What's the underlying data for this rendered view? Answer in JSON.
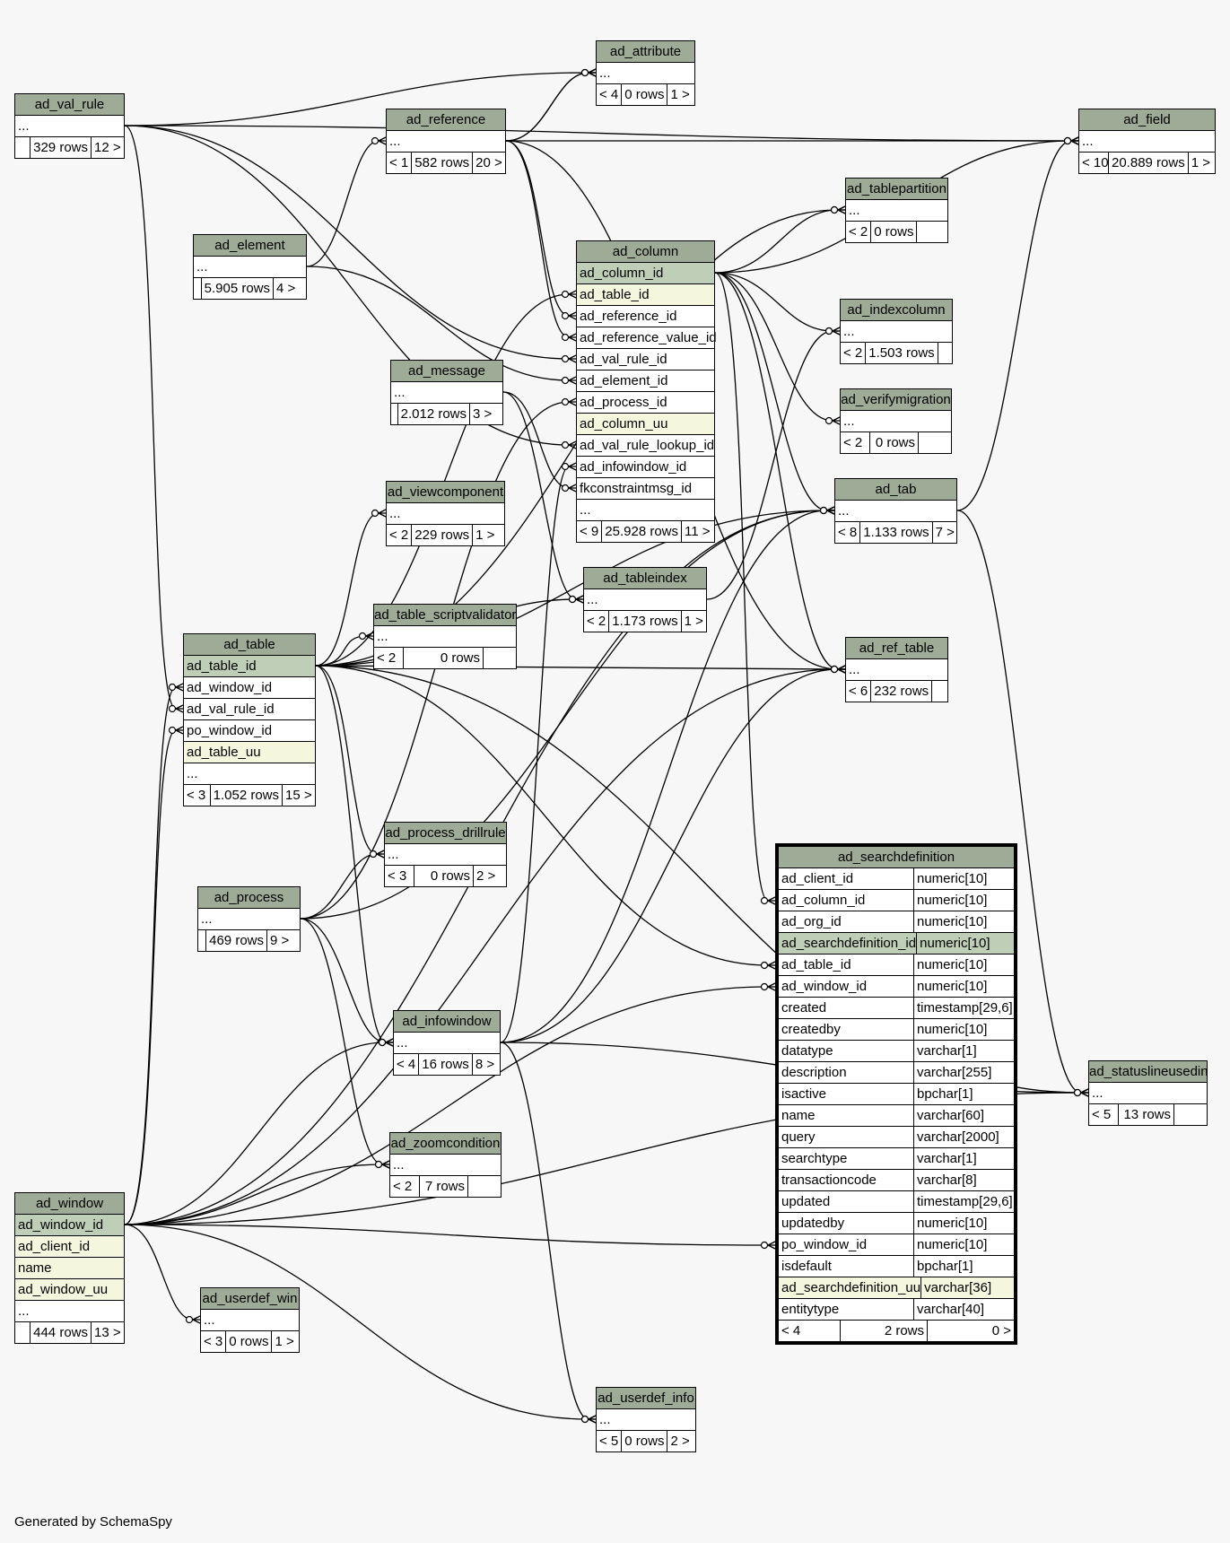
{
  "footer": "Generated by SchemaSpy",
  "tables": {
    "ad_val_rule": {
      "name": "ad_val_rule",
      "rows": [
        {
          "text": "..."
        }
      ],
      "stats": [
        "",
        "329 rows",
        "12 >"
      ]
    },
    "ad_attribute": {
      "name": "ad_attribute",
      "rows": [
        {
          "text": "..."
        }
      ],
      "stats": [
        "< 4",
        "0 rows",
        "1 >"
      ]
    },
    "ad_reference": {
      "name": "ad_reference",
      "rows": [
        {
          "text": "..."
        }
      ],
      "stats": [
        "< 1",
        "582 rows",
        "20 >"
      ]
    },
    "ad_field": {
      "name": "ad_field",
      "rows": [
        {
          "text": "..."
        }
      ],
      "stats": [
        "< 10",
        "20.889 rows",
        "1 >"
      ]
    },
    "ad_tablepartition": {
      "name": "ad_tablepartition",
      "rows": [
        {
          "text": "..."
        }
      ],
      "stats": [
        "< 2",
        "0 rows",
        ""
      ]
    },
    "ad_element": {
      "name": "ad_element",
      "rows": [
        {
          "text": "..."
        }
      ],
      "stats": [
        "",
        "5.905 rows",
        "4 >"
      ]
    },
    "ad_column": {
      "name": "ad_column",
      "rows": [
        {
          "text": "ad_column_id",
          "kind": "pk"
        },
        {
          "text": "ad_table_id",
          "kind": "idx"
        },
        {
          "text": "ad_reference_id"
        },
        {
          "text": "ad_reference_value_id"
        },
        {
          "text": "ad_val_rule_id"
        },
        {
          "text": "ad_element_id"
        },
        {
          "text": "ad_process_id"
        },
        {
          "text": "ad_column_uu",
          "kind": "idx"
        },
        {
          "text": "ad_val_rule_lookup_id"
        },
        {
          "text": "ad_infowindow_id"
        },
        {
          "text": "fkconstraintmsg_id"
        },
        {
          "text": "..."
        }
      ],
      "stats": [
        "< 9",
        "25.928 rows",
        "11 >"
      ]
    },
    "ad_indexcolumn": {
      "name": "ad_indexcolumn",
      "rows": [
        {
          "text": "..."
        }
      ],
      "stats": [
        "< 2",
        "1.503 rows",
        ""
      ]
    },
    "ad_message": {
      "name": "ad_message",
      "rows": [
        {
          "text": "..."
        }
      ],
      "stats": [
        "",
        "2.012 rows",
        "3 >"
      ]
    },
    "ad_verifymigration": {
      "name": "ad_verifymigration",
      "rows": [
        {
          "text": "..."
        }
      ],
      "stats": [
        "< 2",
        "0 rows",
        ""
      ]
    },
    "ad_tab": {
      "name": "ad_tab",
      "rows": [
        {
          "text": "..."
        }
      ],
      "stats": [
        "< 8",
        "1.133 rows",
        "7 >"
      ]
    },
    "ad_viewcomponent": {
      "name": "ad_viewcomponent",
      "rows": [
        {
          "text": "..."
        }
      ],
      "stats": [
        "< 2",
        "229 rows",
        "1 >"
      ]
    },
    "ad_tableindex": {
      "name": "ad_tableindex",
      "rows": [
        {
          "text": "..."
        }
      ],
      "stats": [
        "< 2",
        "1.173 rows",
        "1 >"
      ]
    },
    "ad_table_scriptvalidator": {
      "name": "ad_table_scriptvalidator",
      "rows": [
        {
          "text": "..."
        }
      ],
      "stats": [
        "< 2",
        "0 rows",
        ""
      ]
    },
    "ad_ref_table": {
      "name": "ad_ref_table",
      "rows": [
        {
          "text": "..."
        }
      ],
      "stats": [
        "< 6",
        "232 rows",
        ""
      ]
    },
    "ad_table": {
      "name": "ad_table",
      "rows": [
        {
          "text": "ad_table_id",
          "kind": "pk"
        },
        {
          "text": "ad_window_id"
        },
        {
          "text": "ad_val_rule_id"
        },
        {
          "text": "po_window_id"
        },
        {
          "text": "ad_table_uu",
          "kind": "idx"
        },
        {
          "text": "..."
        }
      ],
      "stats": [
        "< 3",
        "1.052 rows",
        "15 >"
      ]
    },
    "ad_process_drillrule": {
      "name": "ad_process_drillrule",
      "rows": [
        {
          "text": "..."
        }
      ],
      "stats": [
        "< 3",
        "0 rows",
        "2 >"
      ]
    },
    "ad_process": {
      "name": "ad_process",
      "rows": [
        {
          "text": "..."
        }
      ],
      "stats": [
        "",
        "469 rows",
        "9 >"
      ]
    },
    "ad_infowindow": {
      "name": "ad_infowindow",
      "rows": [
        {
          "text": "..."
        }
      ],
      "stats": [
        "< 4",
        "16 rows",
        "8 >"
      ]
    },
    "ad_zoomcondition": {
      "name": "ad_zoomcondition",
      "rows": [
        {
          "text": "..."
        }
      ],
      "stats": [
        "< 2",
        "7 rows",
        ""
      ]
    },
    "ad_statuslineusedin": {
      "name": "ad_statuslineusedin",
      "rows": [
        {
          "text": "..."
        }
      ],
      "stats": [
        "< 5",
        "13 rows",
        ""
      ]
    },
    "ad_window": {
      "name": "ad_window",
      "rows": [
        {
          "text": "ad_window_id",
          "kind": "pk"
        },
        {
          "text": "ad_client_id",
          "kind": "idx"
        },
        {
          "text": "name",
          "kind": "idx"
        },
        {
          "text": "ad_window_uu",
          "kind": "idx"
        },
        {
          "text": "..."
        }
      ],
      "stats": [
        "",
        "444 rows",
        "13 >"
      ]
    },
    "ad_userdef_win": {
      "name": "ad_userdef_win",
      "rows": [
        {
          "text": "..."
        }
      ],
      "stats": [
        "< 3",
        "0 rows",
        "1 >"
      ]
    },
    "ad_userdef_info": {
      "name": "ad_userdef_info",
      "rows": [
        {
          "text": "..."
        }
      ],
      "stats": [
        "< 5",
        "0 rows",
        "2 >"
      ]
    },
    "ad_searchdefinition": {
      "name": "ad_searchdefinition",
      "rows": [
        {
          "text": "ad_client_id",
          "type": "numeric[10]"
        },
        {
          "text": "ad_column_id",
          "type": "numeric[10]"
        },
        {
          "text": "ad_org_id",
          "type": "numeric[10]"
        },
        {
          "text": "ad_searchdefinition_id",
          "type": "numeric[10]",
          "kind": "pk"
        },
        {
          "text": "ad_table_id",
          "type": "numeric[10]"
        },
        {
          "text": "ad_window_id",
          "type": "numeric[10]"
        },
        {
          "text": "created",
          "type": "timestamp[29,6]"
        },
        {
          "text": "createdby",
          "type": "numeric[10]"
        },
        {
          "text": "datatype",
          "type": "varchar[1]"
        },
        {
          "text": "description",
          "type": "varchar[255]"
        },
        {
          "text": "isactive",
          "type": "bpchar[1]"
        },
        {
          "text": "name",
          "type": "varchar[60]"
        },
        {
          "text": "query",
          "type": "varchar[2000]"
        },
        {
          "text": "searchtype",
          "type": "varchar[1]"
        },
        {
          "text": "transactioncode",
          "type": "varchar[8]"
        },
        {
          "text": "updated",
          "type": "timestamp[29,6]"
        },
        {
          "text": "updatedby",
          "type": "numeric[10]"
        },
        {
          "text": "po_window_id",
          "type": "numeric[10]"
        },
        {
          "text": "isdefault",
          "type": "bpchar[1]"
        },
        {
          "text": "ad_searchdefinition_uu",
          "type": "varchar[36]",
          "kind": "idx"
        },
        {
          "text": "entitytype",
          "type": "varchar[40]"
        }
      ],
      "stats": [
        "< 4",
        "2 rows",
        "0 >"
      ]
    }
  }
}
